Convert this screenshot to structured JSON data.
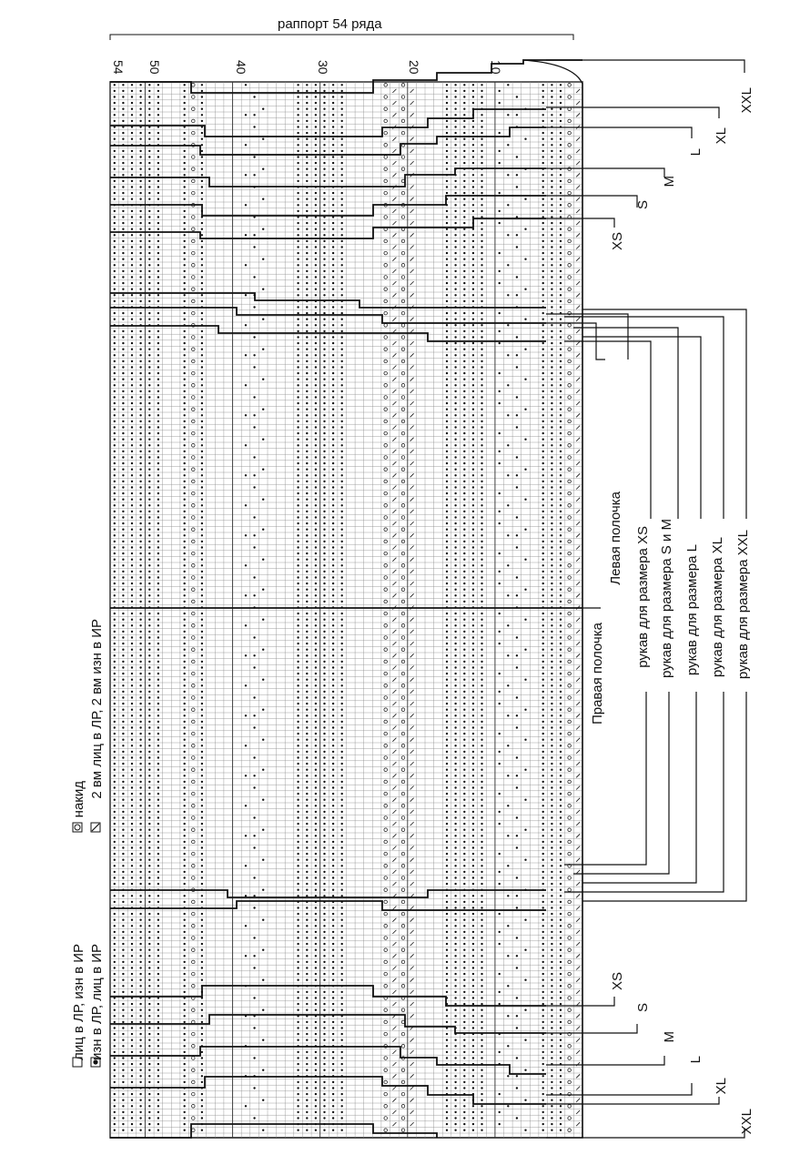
{
  "header": {
    "repeat_label": "раппорт 54 ряда"
  },
  "row_numbers": [
    "54",
    "50",
    "40",
    "30",
    "20",
    "10"
  ],
  "legend": {
    "left": [
      {
        "symbol": "empty",
        "text": "лиц в ЛР, изн в ИР"
      },
      {
        "symbol": "dot",
        "text": "изн в ЛР, лиц в ИР"
      }
    ],
    "right": [
      {
        "symbol": "yarn-over",
        "text": "накид"
      },
      {
        "symbol": "k2tog",
        "text": "2 вм лиц в ЛР, 2 вм изн в ИР"
      }
    ]
  },
  "size_labels_top": [
    "XXL",
    "XL",
    "L",
    "M",
    "S",
    "XS"
  ],
  "size_labels_bottom": [
    "XS",
    "S",
    "M",
    "L",
    "XL",
    "XXL"
  ],
  "piece_labels": [
    "Правая полочка",
    "Левая полочка",
    "рукав для размера XS",
    "рукав для размера S и M",
    "рукав для размера L",
    "рукав для размера XL",
    "рукав для размера XXL"
  ]
}
